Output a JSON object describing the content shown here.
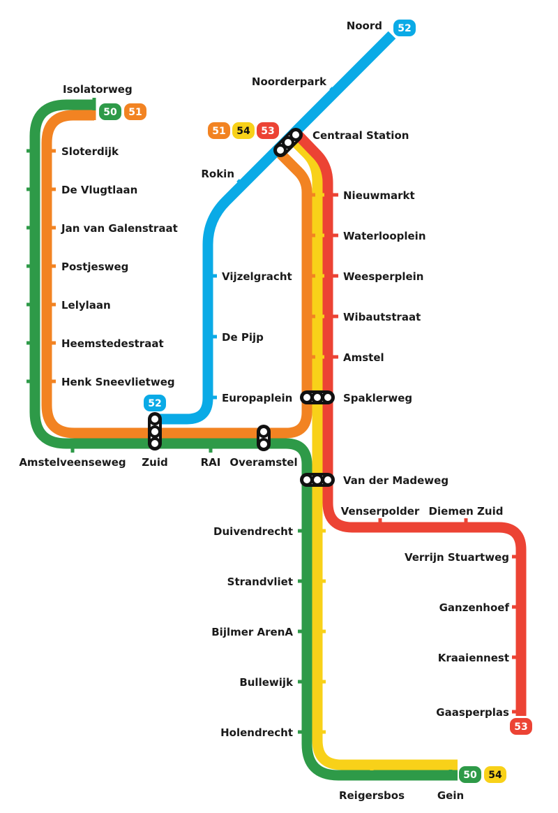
{
  "colors": {
    "line50": "#2e9a48",
    "line51": "#f28322",
    "line52": "#0aaae6",
    "line53": "#ec4334",
    "line54": "#f8d119"
  },
  "badges": {
    "noord_52": "52",
    "isolatorweg_50": "50",
    "isolatorweg_51": "51",
    "centraal_51": "51",
    "centraal_54": "54",
    "centraal_53": "53",
    "zuid_52": "52",
    "gaasperplas_53": "53",
    "gein_50": "50",
    "gein_54": "54"
  },
  "stations": {
    "noord": "Noord",
    "noorderpark": "Noorderpark",
    "centraal_station": "Centraal Station",
    "rokin": "Rokin",
    "vijzelgracht": "Vijzelgracht",
    "de_pijp": "De Pijp",
    "europaplein": "Europaplein",
    "isolatorweg": "Isolatorweg",
    "sloterdijk": "Sloterdijk",
    "de_vlugtlaan": "De Vlugtlaan",
    "jan_van_galenstraat": "Jan van Galenstraat",
    "postjesweg": "Postjesweg",
    "lelylaan": "Lelylaan",
    "heemstedestraat": "Heemstedestraat",
    "henk_sneevlietweg": "Henk Sneevlietweg",
    "amstelveenseweg": "Amstelveenseweg",
    "zuid": "Zuid",
    "rai": "RAI",
    "overamstel": "Overamstel",
    "nieuwmarkt": "Nieuwmarkt",
    "waterlooplein": "Waterlooplein",
    "weesperplein": "Weesperplein",
    "wibautstraat": "Wibautstraat",
    "amstel": "Amstel",
    "spaklerweg": "Spaklerweg",
    "van_der_madeweg": "Van der Madeweg",
    "venserpolder": "Venserpolder",
    "diemen_zuid": "Diemen Zuid",
    "verrijn_stuartweg": "Verrijn Stuartweg",
    "ganzenhoef": "Ganzenhoef",
    "kraaiennest": "Kraaiennest",
    "gaasperplas": "Gaasperplas",
    "duivendrecht": "Duivendrecht",
    "strandvliet": "Strandvliet",
    "bijlmer_arena": "Bijlmer ArenA",
    "bullewijk": "Bullewijk",
    "holendrecht": "Holendrecht",
    "reigersbos": "Reigersbos",
    "gein": "Gein"
  }
}
